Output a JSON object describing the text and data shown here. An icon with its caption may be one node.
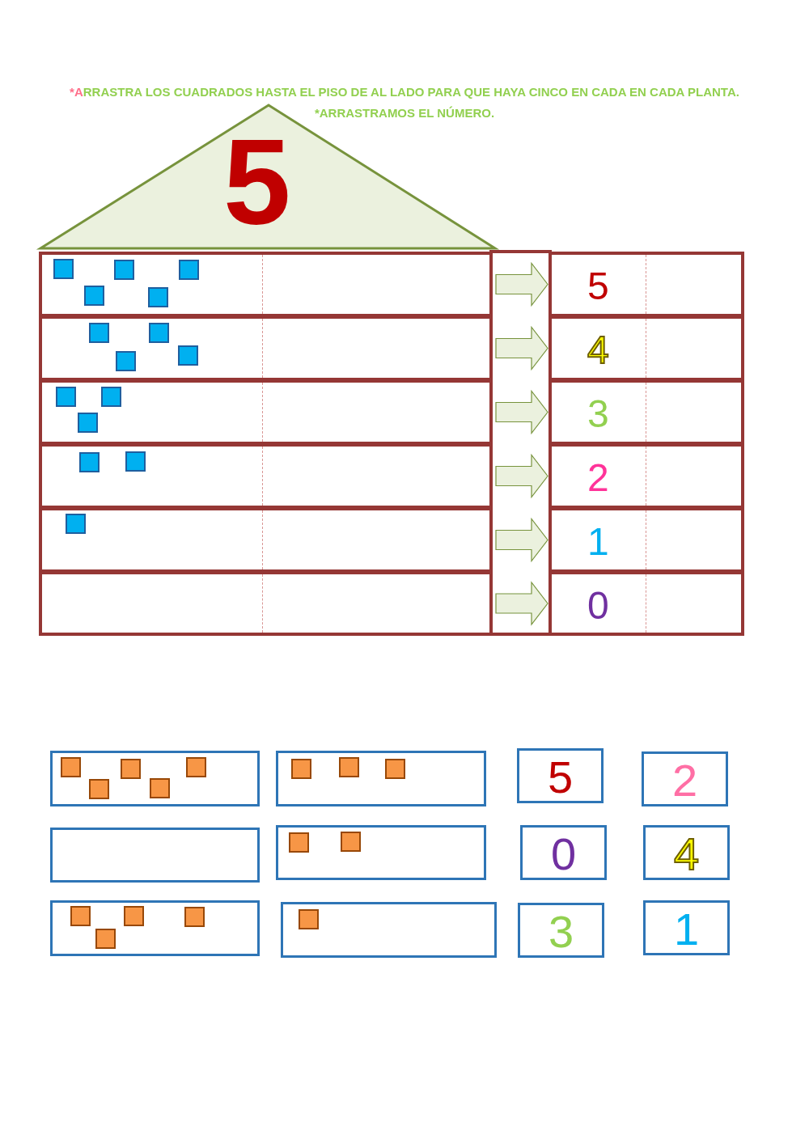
{
  "diagram": {
    "nodes": [
      {
        "text": [
          "5"
        ]
      },
      {
        "text": [],
        "shape": "box"
      },
      {
        "text": [],
        "shape": "box",
        "in": 1
      },
      {
        "text": [],
        "shape": "box",
        "in": 1
      },
      {
        "text": [],
        "shape": "box",
        "in": 1
      },
      {
        "text": [],
        "shape": "box",
        "in": 1
      },
      {
        "text": [],
        "shape": "box",
        "in": 1
      },
      {
        "text": [
          "5"
        ]
      },
      {
        "text": [],
        "shape": "box"
      },
      {
        "text": [],
        "shape": "box",
        "in": 8
      },
      {
        "text": [],
        "shape": "box",
        "in": 8
      },
      {
        "text": [],
        "shape": "box",
        "in": 8
      },
      {
        "text": [],
        "shape": "box",
        "in": 8
      },
      {
        "text": [
          "4"
        ]
      },
      {
        "text": [],
        "shape": "box"
      },
      {
        "text": [],
        "shape": "box",
        "in": 14
      },
      {
        "text": [],
        "shape": "box",
        "in": 14
      },
      {
        "text": [],
        "shape": "box",
        "in": 14
      },
      {
        "text": [
          "3"
        ]
      },
      {
        "text": [],
        "shape": "box"
      },
      {
        "text": [],
        "shape": "box",
        "in": 19
      },
      {
        "text": [],
        "shape": "box",
        "in": 19
      },
      {
        "text": [
          "2"
        ]
      },
      {
        "text": [],
        "shape": "box"
      },
      {
        "text": [],
        "shape": "box",
        "in": 23
      },
      {
        "text": [
          "1"
        ]
      },
      {
        "text": [],
        "shape": "box"
      },
      {
        "text": [
          "0"
        ]
      },
      {
        "text": [],
        "shape": "box"
      },
      {
        "text": [],
        "shape": "box",
        "in": 28
      },
      {
        "text": [],
        "shape": "box",
        "in": 28
      },
      {
        "text": [],
        "shape": "box",
        "in": 28
      },
      {
        "text": [],
        "shape": "box",
        "in": 28
      },
      {
        "text": [],
        "shape": "box",
        "in": 28
      },
      {
        "text": [],
        "shape": "box"
      },
      {
        "text": [],
        "shape": "box",
        "in": 34
      },
      {
        "text": [],
        "shape": "box",
        "in": 34
      },
      {
        "text": [],
        "shape": "box",
        "in": 34
      },
      {
        "text": [
          "5"
        ]
      },
      {
        "text": [
          "2"
        ]
      },
      {
        "text": [],
        "shape": "box"
      },
      {
        "text": [],
        "shape": "box"
      },
      {
        "text": [],
        "shape": "box",
        "in": 41
      },
      {
        "text": [],
        "shape": "box",
        "in": 41
      },
      {
        "text": [
          "0"
        ]
      },
      {
        "text": [
          "4"
        ]
      },
      {
        "text": [],
        "shape": "box"
      },
      {
        "text": [],
        "shape": "box",
        "in": 46
      },
      {
        "text": [],
        "shape": "box",
        "in": 46
      },
      {
        "text": [],
        "shape": "box",
        "in": 46
      },
      {
        "text": [],
        "shape": "box",
        "in": 46
      },
      {
        "text": [],
        "shape": "box"
      },
      {
        "text": [],
        "shape": "box",
        "in": 51
      },
      {
        "text": [
          "3"
        ]
      },
      {
        "text": [
          "1"
        ]
      }
    ],
    "edges": [
      {
        "from": 1,
        "to": 7,
        "arrow": "to"
      },
      {
        "from": 8,
        "to": 13,
        "arrow": "to"
      },
      {
        "from": 14,
        "to": 18,
        "arrow": "to"
      },
      {
        "from": 19,
        "to": 22,
        "arrow": "to"
      },
      {
        "from": 23,
        "to": 25,
        "arrow": "to"
      },
      {
        "from": 26,
        "to": 27,
        "arrow": "to"
      }
    ],
    "labels": [
      "*ARRASTRA LOS CUADRADOS HASTA EL PISO DE AL LADO PARA QUE HAYA CINCO EN CADA EN CADA PLANTA.",
      "*ARRASTRAMOS EL NÚMERO."
    ]
  }
}
